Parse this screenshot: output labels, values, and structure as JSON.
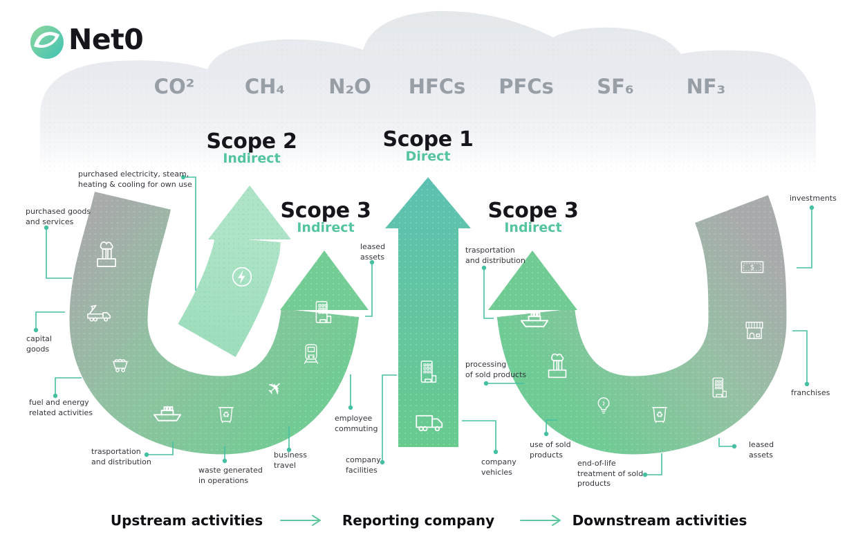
{
  "brand": {
    "name": "Net0"
  },
  "cloud": {
    "gases": [
      "CO²",
      "CH₄",
      "N₂O",
      "HFCs",
      "PFCs",
      "SF₆",
      "NF₃"
    ]
  },
  "scopes": {
    "scope2": {
      "title": "Scope 2",
      "subtitle": "Indirect"
    },
    "scope1": {
      "title": "Scope 1",
      "subtitle": "Direct"
    },
    "scope3_left": {
      "title": "Scope 3",
      "subtitle": "Indirect"
    },
    "scope3_right": {
      "title": "Scope 3",
      "subtitle": "Indirect"
    }
  },
  "annotations": {
    "purchased_electricity": "purchased electricity, steam,\nheating & cooling for own use",
    "purchased_goods": "purchased goods\nand services",
    "capital_goods": "capital\ngoods",
    "fuel_energy": "fuel and energy\nrelated activities",
    "transportation_left": "trasportation\nand distribution",
    "waste": "waste generated\nin operations",
    "business_travel": "business\ntravel",
    "employee_commuting": "employee\ncommuting",
    "company_facilities": "company\nfacilities",
    "leased_assets_left": "leased\nassets",
    "company_vehicles": "company\nvehicles",
    "transportation_right": "trasportation\nand distribution",
    "processing": "processing\nof sold products",
    "use_of_sold": "use of sold\nproducts",
    "end_of_life": "end-of-life\ntreatment of sold\nproducts",
    "leased_assets_right": "leased\nassets",
    "franchises": "franchises",
    "investments": "investments"
  },
  "legend": {
    "upstream": "Upstream activities",
    "reporting": "Reporting company",
    "downstream": "Downstream activities"
  },
  "icons": [
    "net0-logo",
    "factory-icon",
    "tow-truck-icon",
    "mine-cart-icon",
    "cargo-ship-icon",
    "recycle-bin-icon",
    "airplane-icon",
    "office-building-icon",
    "train-icon",
    "lightning-icon",
    "delivery-truck-icon",
    "light-bulb-icon",
    "dollar-bill-icon",
    "storefront-icon"
  ],
  "colors": {
    "accent_teal": "#45bfa2",
    "scope1_top": "#5cc0b2",
    "scope1_bottom": "#69ca8e",
    "scope2_mint": "#a9e2c4",
    "scope3_green": "#72cb93",
    "neutral_gray": "#a8acab",
    "cloud_fill": "#e9ebf0",
    "gas_text": "#989ea6",
    "subtitle_green": "#54c3a0",
    "label_text": "#33333c"
  }
}
